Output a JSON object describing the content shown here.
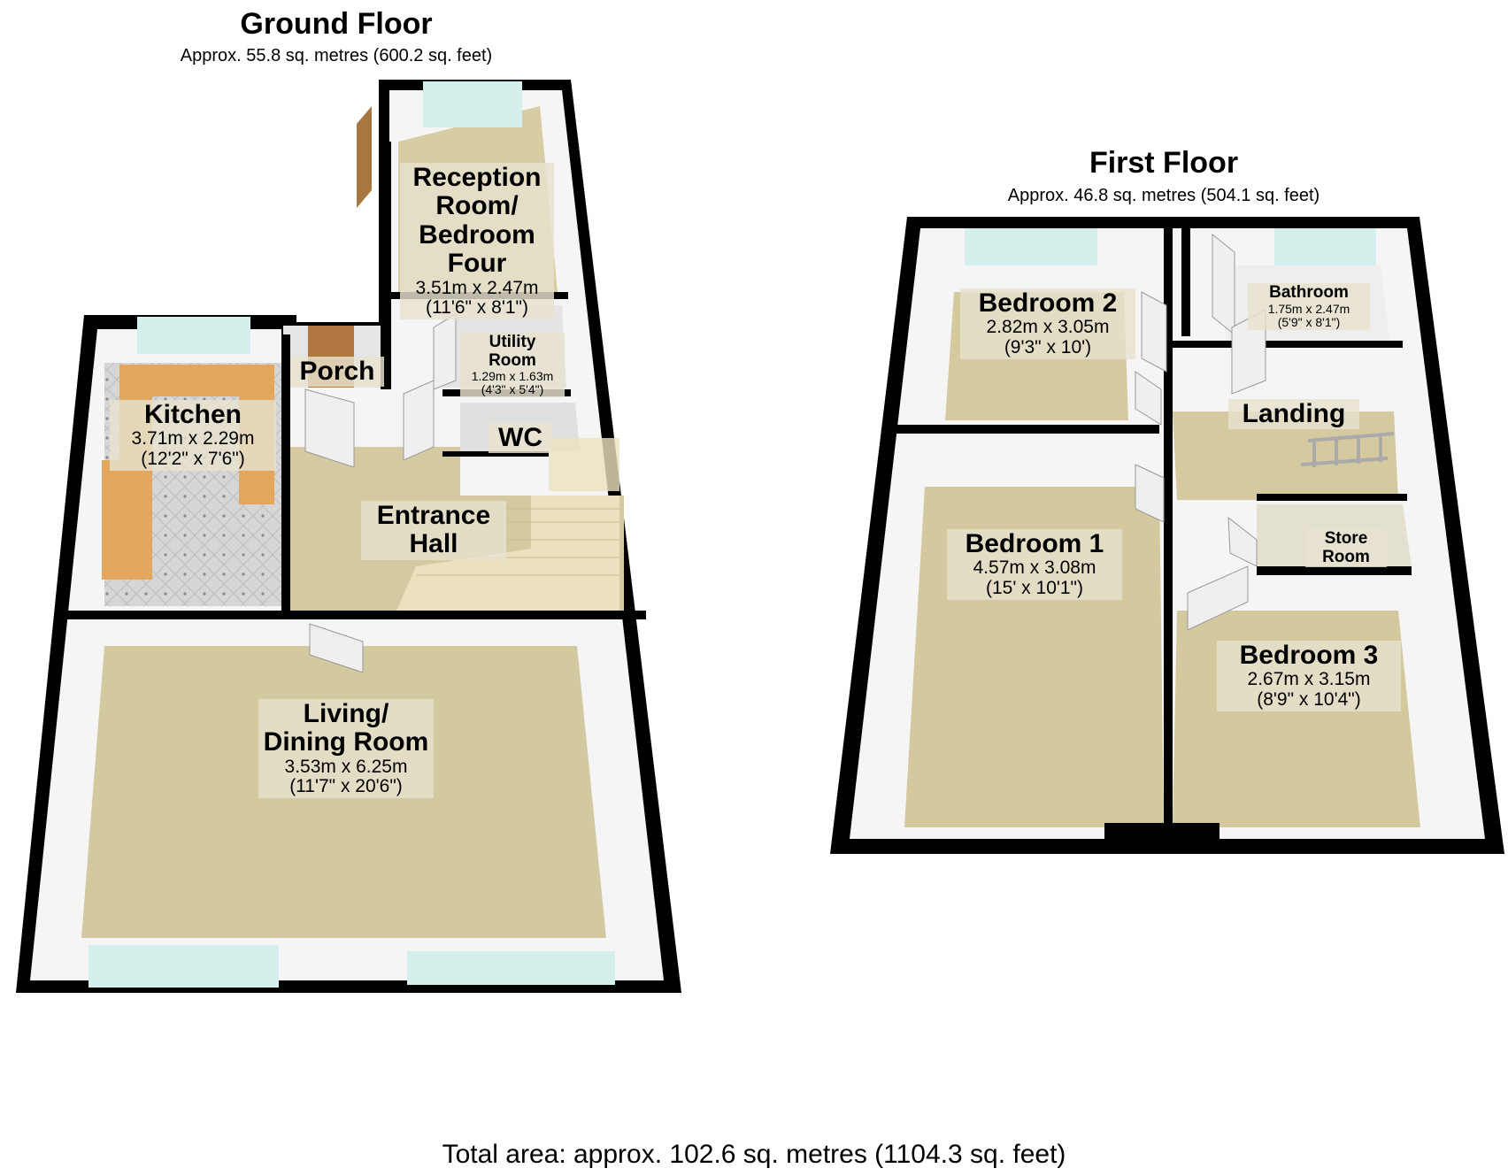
{
  "floors": [
    {
      "title": "Ground Floor",
      "area": "Approx. 55.8 sq. metres (600.2 sq. feet)",
      "rooms": [
        {
          "name": "Reception Room/ Bedroom Four",
          "dim_m": "3.51m x 2.47m",
          "dim_ft": "(11'6\" x 8'1\")"
        },
        {
          "name": "Utility Room",
          "dim_m": "1.29m x 1.63m",
          "dim_ft": "(4'3\" x 5'4\")"
        },
        {
          "name": "Porch",
          "dim_m": "",
          "dim_ft": ""
        },
        {
          "name": "Kitchen",
          "dim_m": "3.71m x 2.29m",
          "dim_ft": "(12'2\" x 7'6\")"
        },
        {
          "name": "WC",
          "dim_m": "",
          "dim_ft": ""
        },
        {
          "name": "Entrance Hall",
          "dim_m": "",
          "dim_ft": ""
        },
        {
          "name": "Living/ Dining Room",
          "dim_m": "3.53m x 6.25m",
          "dim_ft": "(11'7\" x 20'6\")"
        }
      ]
    },
    {
      "title": "First Floor",
      "area": "Approx. 46.8 sq. metres (504.1 sq. feet)",
      "rooms": [
        {
          "name": "Bedroom 2",
          "dim_m": "2.82m x 3.05m",
          "dim_ft": "(9'3\" x 10')"
        },
        {
          "name": "Bathroom",
          "dim_m": "1.75m x 2.47m",
          "dim_ft": "(5'9\" x 8'1\")"
        },
        {
          "name": "Landing",
          "dim_m": "",
          "dim_ft": ""
        },
        {
          "name": "Bedroom 1",
          "dim_m": "4.57m x 3.08m",
          "dim_ft": "(15' x 10'1\")"
        },
        {
          "name": "Store Room",
          "dim_m": "",
          "dim_ft": ""
        },
        {
          "name": "Bedroom 3",
          "dim_m": "2.67m x 3.15m",
          "dim_ft": "(8'9\" x 10'4\")"
        }
      ]
    }
  ],
  "total_area": "Total area: approx. 102.6 sq. metres (1104.3 sq. feet)",
  "colors": {
    "wall": "#000000",
    "wall_face": "#f4f4f4",
    "carpet": "#cfc59e",
    "kitchen_unit": "#e2a65a",
    "tile": "#d3d3d3",
    "door": "#e6e6e6",
    "window": "#cfeeea"
  }
}
